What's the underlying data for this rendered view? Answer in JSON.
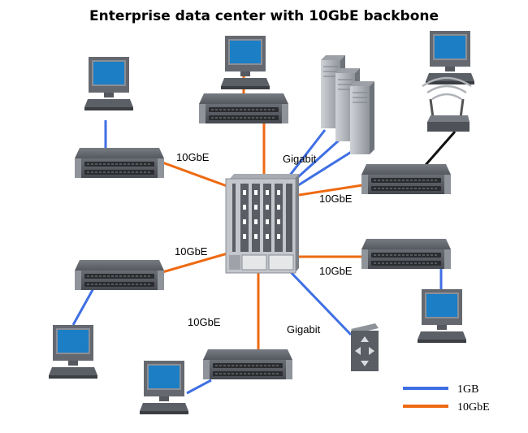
{
  "title": "Enterprise data center with 10GbE backbone",
  "link_labels": {
    "top_left": "10GbE",
    "gigabit_servers": "Gigabit",
    "right_upper": "10GbE",
    "left_mid": "10GbE",
    "right_lower": "10GbE",
    "bottom_left": "10GbE",
    "gigabit_router": "Gigabit"
  },
  "legend": {
    "items": [
      {
        "label": "1GB",
        "color": "#3f6fe3"
      },
      {
        "label": "10GbE",
        "color": "#ee6a12"
      }
    ]
  },
  "colors": {
    "gigabit": "#3f6fe3",
    "ten_gbe": "#ee6a12",
    "wifi": "#111111",
    "device_dark": "#5b5f66",
    "device_light": "#b9bcc2",
    "screen": "#1c7ec4"
  },
  "icons": [
    "switch-icon",
    "pc-icon",
    "server-icon",
    "core-switch-icon",
    "wireless-router-icon",
    "router-icon"
  ]
}
